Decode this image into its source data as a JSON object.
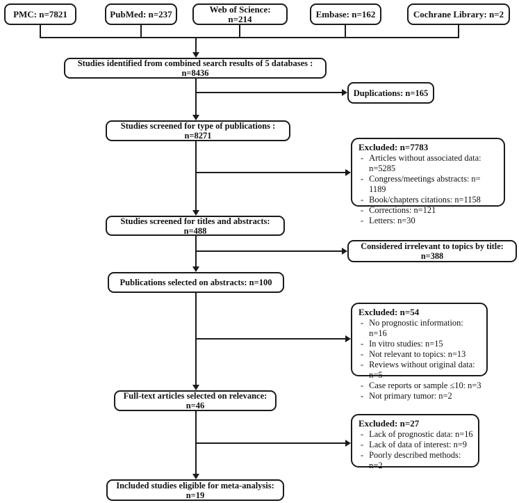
{
  "bullet": "-",
  "sources": [
    {
      "label": "PMC: n=7821"
    },
    {
      "label": "PubMed: n=237"
    },
    {
      "label": "Web of Science: n=214"
    },
    {
      "label": "Embase: n=162"
    },
    {
      "label": "Cochrane Library: n=2"
    }
  ],
  "flow": [
    {
      "label": "Studies identified from combined search results of 5 databases : n=8436"
    },
    {
      "label": "Studies screened for type of publications : n=8271"
    },
    {
      "label": "Studies screened for titles and abstracts: n=488"
    },
    {
      "label": "Publications selected on abstracts: n=100"
    },
    {
      "label": "Full-text articles selected on relevance: n=46"
    },
    {
      "label": "Included studies eligible for meta-analysis: n=19"
    }
  ],
  "exclusions": {
    "duplications": {
      "title": "Duplications: n=165"
    },
    "type_screen": {
      "title": "Excluded: n=7783",
      "items": [
        "Articles without associated data: n=5285",
        "Congress/meetings abstracts: n= 1189",
        "Book/chapters citations: n=1158",
        "Corrections: n=121",
        "Letters: n=30"
      ]
    },
    "title_screen": {
      "title": "Considered irrelevant to topics by title: n=388"
    },
    "abstract_screen": {
      "title": "Excluded: n=54",
      "items": [
        "No prognostic information: n=16",
        "In vitro studies: n=15",
        "Not relevant to topics: n=13",
        "Reviews without original data: n=5",
        "Case reports or sample ≤10: n=3",
        "Not primary tumor: n=2"
      ]
    },
    "fulltext_screen": {
      "title": "Excluded: n=27",
      "items": [
        "Lack of prognostic data: n=16",
        "Lack of data of interest: n=9",
        "Poorly described methods: n=2"
      ]
    }
  },
  "colors": {
    "background": "#ffffff",
    "box_border": "#1a1a1a",
    "line": "#1a1a1a",
    "text": "#111111"
  }
}
